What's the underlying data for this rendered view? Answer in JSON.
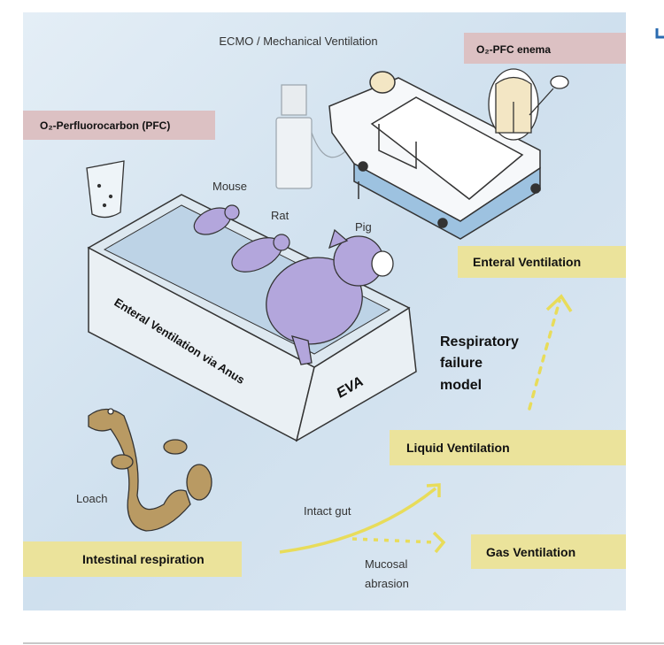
{
  "figure": {
    "labels": {
      "ecmo": "ECMO / Mechanical Ventilation",
      "o2_pfc_enema": "O₂-PFC enema",
      "o2_pfc": "O₂-Perfluorocarbon (PFC)",
      "mouse": "Mouse",
      "rat": "Rat",
      "pig": "Pig",
      "enteral_ventilation": "Enteral Ventilation",
      "tub_side": "Enteral Ventilation via Anus",
      "eva": "EVA",
      "respiratory_failure_model": [
        "Respiratory",
        "failure",
        "model"
      ],
      "loach": "Loach",
      "liquid_ventilation": "Liquid Ventilation",
      "intact_gut": "Intact gut",
      "gas_ventilation": "Gas Ventilation",
      "mucosal_abrasion": [
        "Mucosal",
        "abrasion"
      ],
      "intestinal_respiration": "Intestinal respiration"
    },
    "colors": {
      "background": "#d3e3f0",
      "pink_box": "#dcc1c3",
      "yellow_box": "#ebe39b",
      "arrow": "#e8dc5a",
      "animal": "#b3a6dc",
      "loach": "#b99a63"
    }
  }
}
